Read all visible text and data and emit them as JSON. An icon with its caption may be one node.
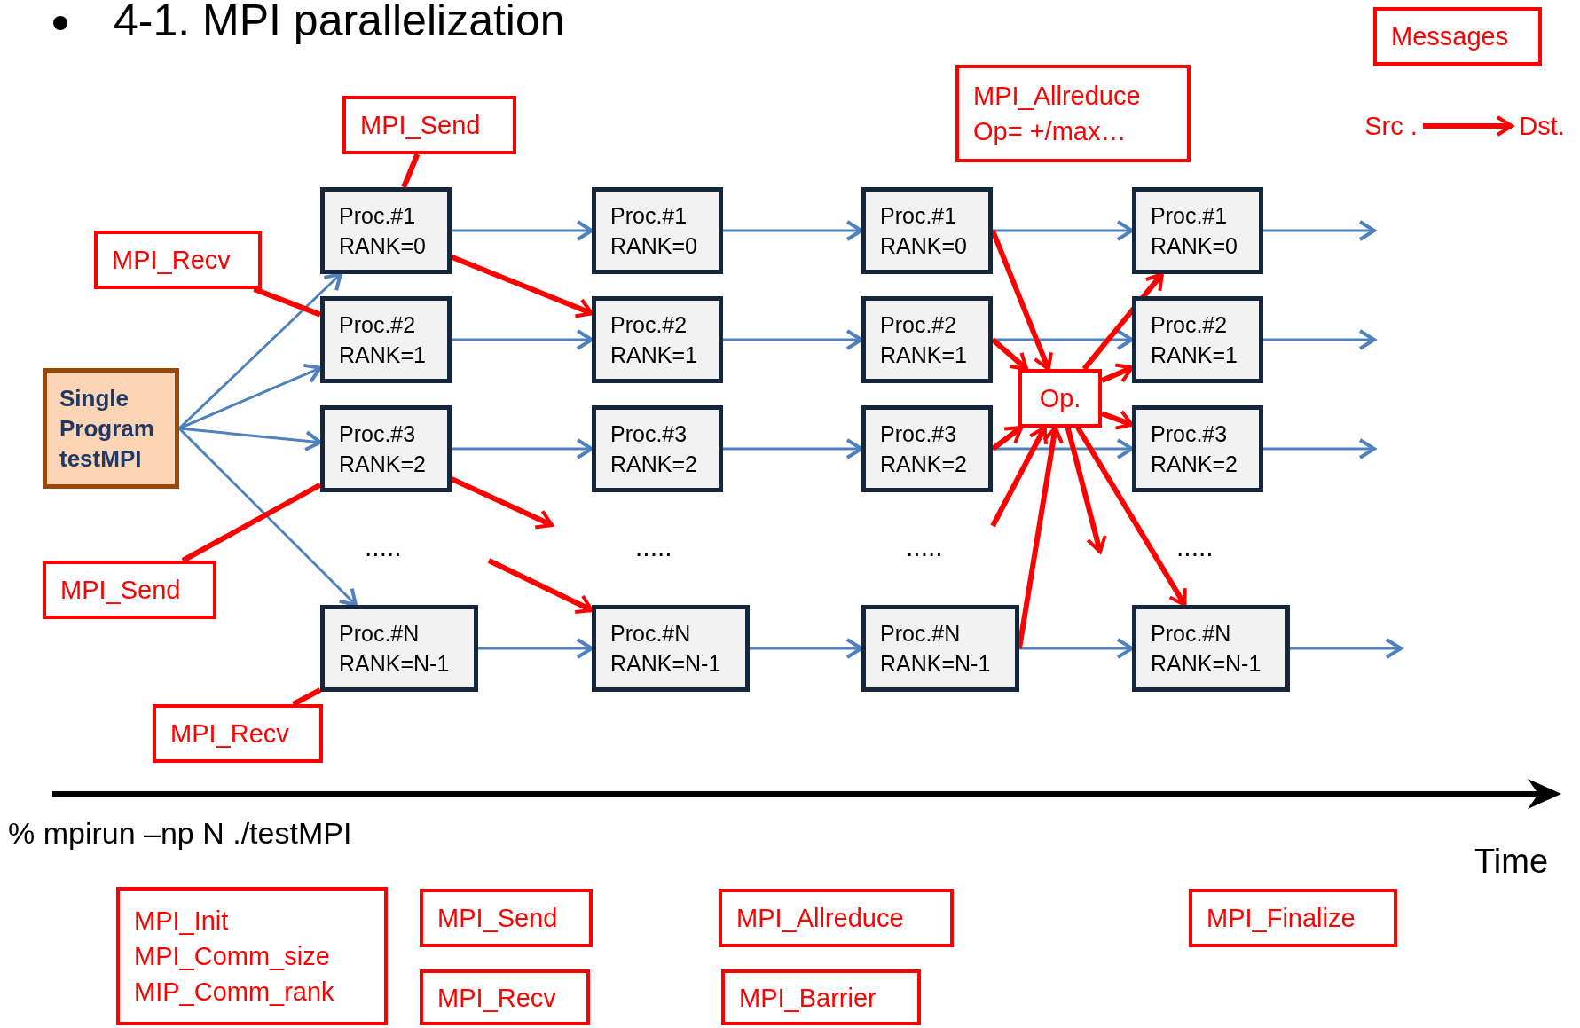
{
  "diagram": {
    "title": "4-1. MPI parallelization",
    "nodes": [
      {
        "text": [
          "Single Program testMPI"
        ]
      },
      {
        "text": [
          "Proc.#1",
          "RANK=0"
        ]
      },
      {
        "text": [
          "Proc.#2",
          "RANK=1"
        ]
      },
      {
        "text": [
          "Proc.#3",
          "RANK=2"
        ]
      },
      {
        "text": [
          "Proc.#N",
          "RANK=N-1"
        ]
      },
      {
        "text": [
          "Proc.#1",
          "RANK=0"
        ]
      },
      {
        "text": [
          "Proc.#2",
          "RANK=1"
        ]
      },
      {
        "text": [
          "Proc.#3",
          "RANK=2"
        ]
      },
      {
        "text": [
          "Proc.#N",
          "RANK=N-1"
        ]
      },
      {
        "text": [
          "Proc.#1",
          "RANK=0"
        ]
      },
      {
        "text": [
          "Proc.#2",
          "RANK=1"
        ]
      },
      {
        "text": [
          "Proc.#3",
          "RANK=2"
        ]
      },
      {
        "text": [
          "Proc.#N",
          "RANK=N-1"
        ]
      },
      {
        "text": [
          "Proc.#1",
          "RANK=0"
        ]
      },
      {
        "text": [
          "Proc.#2",
          "RANK=1"
        ]
      },
      {
        "text": [
          "Proc.#3",
          "RANK=2"
        ]
      },
      {
        "text": [
          "Proc.#N",
          "RANK=N-1"
        ]
      },
      {
        "text": [
          "Op."
        ]
      },
      {
        "text": [
          "MPI_Send"
        ]
      },
      {
        "text": [
          "MPI_Recv"
        ]
      },
      {
        "text": [
          "MPI_Send"
        ]
      },
      {
        "text": [
          "MPI_Recv"
        ]
      },
      {
        "text": [
          "MPI_Allreduce",
          "Op= +/max…"
        ]
      },
      {
        "text": [
          "Messages"
        ]
      },
      {
        "text": [
          "Src ."
        ]
      },
      {
        "text": [
          "Dst."
        ]
      },
      {
        "text": [
          "MPI_Init",
          "MPI_Comm_size",
          "MIP_Comm_rank"
        ]
      },
      {
        "text": [
          "MPI_Send"
        ]
      },
      {
        "text": [
          "MPI_Recv"
        ]
      },
      {
        "text": [
          "MPI_Allreduce"
        ]
      },
      {
        "text": [
          "MPI_Barrier"
        ]
      },
      {
        "text": [
          "MPI_Finalize"
        ]
      }
    ],
    "edges": [
      {
        "from": 0,
        "to": 1,
        "arrow": "to"
      },
      {
        "from": 0,
        "to": 2,
        "arrow": "to"
      },
      {
        "from": 0,
        "to": 3,
        "arrow": "to"
      },
      {
        "from": 0,
        "to": 4,
        "arrow": "to"
      },
      {
        "from": 1,
        "to": 5,
        "arrow": "to"
      },
      {
        "from": 5,
        "to": 9,
        "arrow": "to"
      },
      {
        "from": 9,
        "to": 13,
        "arrow": "to"
      },
      {
        "from": 13,
        "to": null,
        "arrow": "to"
      },
      {
        "from": 2,
        "to": 6,
        "arrow": "to"
      },
      {
        "from": 6,
        "to": 10,
        "arrow": "to"
      },
      {
        "from": 10,
        "to": 14,
        "arrow": "to"
      },
      {
        "from": 14,
        "to": null,
        "arrow": "to"
      },
      {
        "from": 3,
        "to": 7,
        "arrow": "to"
      },
      {
        "from": 7,
        "to": 11,
        "arrow": "to"
      },
      {
        "from": 11,
        "to": 15,
        "arrow": "to"
      },
      {
        "from": 15,
        "to": null,
        "arrow": "to"
      },
      {
        "from": 4,
        "to": 8,
        "arrow": "to"
      },
      {
        "from": 8,
        "to": 12,
        "arrow": "to"
      },
      {
        "from": 12,
        "to": 16,
        "arrow": "to"
      },
      {
        "from": 16,
        "to": null,
        "arrow": "to"
      },
      {
        "from": 1,
        "to": 6,
        "arrow": "to",
        "style": "thick",
        "color": "#ff0000"
      },
      {
        "from": 3,
        "to": null,
        "arrow": "to",
        "style": "thick",
        "color": "#ff0000"
      },
      {
        "from": null,
        "to": 8,
        "arrow": "to",
        "style": "thick",
        "color": "#ff0000"
      },
      {
        "from": 9,
        "to": 17,
        "arrow": "to",
        "style": "thick",
        "color": "#ff0000"
      },
      {
        "from": 10,
        "to": 17,
        "arrow": "to",
        "style": "thick",
        "color": "#ff0000"
      },
      {
        "from": 11,
        "to": 17,
        "arrow": "to",
        "style": "thick",
        "color": "#ff0000"
      },
      {
        "from": 12,
        "to": 17,
        "arrow": "to",
        "style": "thick",
        "color": "#ff0000"
      },
      {
        "from": null,
        "to": 17,
        "arrow": "to",
        "style": "thick",
        "color": "#ff0000"
      },
      {
        "from": 17,
        "to": 13,
        "arrow": "to",
        "style": "thick",
        "color": "#ff0000"
      },
      {
        "from": 17,
        "to": 14,
        "arrow": "to",
        "style": "thick",
        "color": "#ff0000"
      },
      {
        "from": 17,
        "to": 15,
        "arrow": "to",
        "style": "thick",
        "color": "#ff0000"
      },
      {
        "from": 17,
        "to": null,
        "arrow": "to",
        "style": "thick",
        "color": "#ff0000"
      },
      {
        "from": 17,
        "to": 16,
        "arrow": "to",
        "style": "thick",
        "color": "#ff0000"
      },
      {
        "from": 18,
        "to": 1,
        "arrow": "none",
        "style": "thick",
        "color": "#ff0000"
      },
      {
        "from": 19,
        "to": 2,
        "arrow": "none",
        "style": "thick",
        "color": "#ff0000"
      },
      {
        "from": 20,
        "to": 3,
        "arrow": "none",
        "style": "thick",
        "color": "#ff0000"
      },
      {
        "from": 21,
        "to": 4,
        "arrow": "none",
        "style": "thick",
        "color": "#ff0000"
      },
      {
        "from": 24,
        "to": 25,
        "arrow": "to",
        "style": "thick",
        "color": "#ff0000"
      }
    ],
    "labels": [
      ".....",
      ".....",
      ".....",
      ".....",
      "% mpirun –np N ./testMPI",
      "Time"
    ]
  }
}
